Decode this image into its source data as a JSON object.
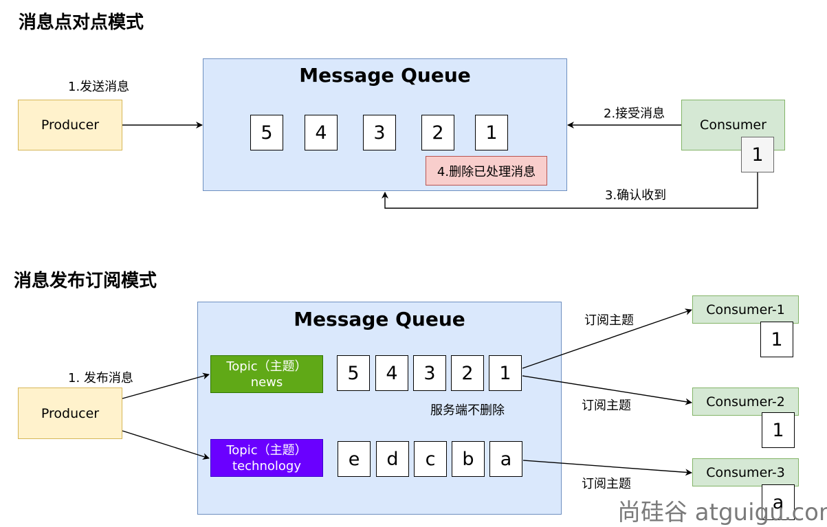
{
  "p2p": {
    "title": "消息点对点模式",
    "queue_title": "Message Queue",
    "producer": "Producer",
    "consumer": "Consumer",
    "consumer_msg": "1",
    "queue_messages": [
      "5",
      "4",
      "3",
      "2",
      "1"
    ],
    "step1": "1.发送消息",
    "step2": "2.接受消息",
    "step3": "3.确认收到",
    "step4": "4.删除已处理消息"
  },
  "pubsub": {
    "title": "消息发布订阅模式",
    "queue_title": "Message Queue",
    "producer": "Producer",
    "publish_label": "1. 发布消息",
    "topic_news": {
      "line1": "Topic（主题）",
      "line2": "news"
    },
    "topic_tech": {
      "line1": "Topic（主题）",
      "line2": "technology"
    },
    "news_messages": [
      "5",
      "4",
      "3",
      "2",
      "1"
    ],
    "tech_messages": [
      "e",
      "d",
      "c",
      "b",
      "a"
    ],
    "server_note": "服务端不删除",
    "subscribe_label": "订阅主题",
    "consumers": [
      {
        "name": "Consumer-1",
        "msg": "1"
      },
      {
        "name": "Consumer-2",
        "msg": "1"
      },
      {
        "name": "Consumer-3",
        "msg": "a"
      }
    ]
  },
  "watermark": "尚硅谷 atguigu.com"
}
